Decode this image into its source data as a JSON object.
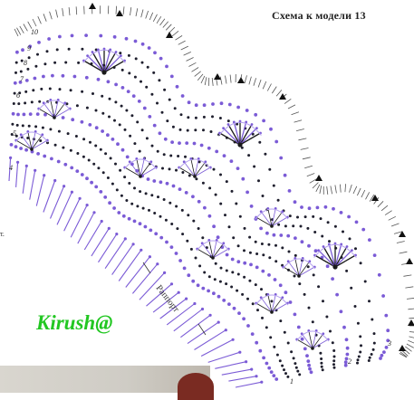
{
  "title": "Схема к модели 13",
  "credit": "Kirush@",
  "repeat_label": "Раппорт",
  "edge_note": "т.",
  "row_numbers": [
    "10",
    "9",
    "8",
    "7",
    "6",
    "5",
    "4",
    "3",
    "2",
    "1"
  ],
  "colors": {
    "chain_dot": "#1f1f2e",
    "purple_stitch": "#7b5bd6",
    "purple_light": "#b5a1ee",
    "black_line": "#1a1a1a",
    "credit_green": "#22c722"
  }
}
